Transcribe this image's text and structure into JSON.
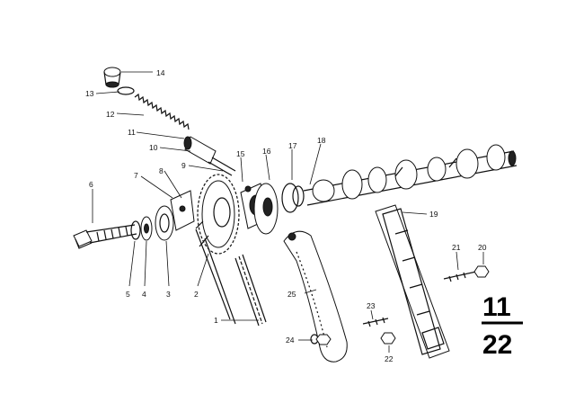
{
  "diagram": {
    "callouts": [
      {
        "id": "c1",
        "label": "1"
      },
      {
        "id": "c2",
        "label": "2"
      },
      {
        "id": "c3",
        "label": "3"
      },
      {
        "id": "c4",
        "label": "4"
      },
      {
        "id": "c5",
        "label": "5"
      },
      {
        "id": "c6",
        "label": "6"
      },
      {
        "id": "c7",
        "label": "7"
      },
      {
        "id": "c8",
        "label": "8"
      },
      {
        "id": "c9",
        "label": "9"
      },
      {
        "id": "c10",
        "label": "10"
      },
      {
        "id": "c11",
        "label": "11"
      },
      {
        "id": "c12",
        "label": "12"
      },
      {
        "id": "c13",
        "label": "13"
      },
      {
        "id": "c14",
        "label": "14"
      },
      {
        "id": "c15",
        "label": "15"
      },
      {
        "id": "c16",
        "label": "16"
      },
      {
        "id": "c17",
        "label": "17"
      },
      {
        "id": "c18",
        "label": "18"
      },
      {
        "id": "c19",
        "label": "19"
      },
      {
        "id": "c20",
        "label": "20"
      },
      {
        "id": "c21",
        "label": "21"
      },
      {
        "id": "c22",
        "label": "22"
      },
      {
        "id": "c23",
        "label": "23"
      },
      {
        "id": "c24",
        "label": "24"
      },
      {
        "id": "c25",
        "label": "25"
      }
    ],
    "page_code": {
      "top": "11",
      "bottom": "22"
    }
  }
}
